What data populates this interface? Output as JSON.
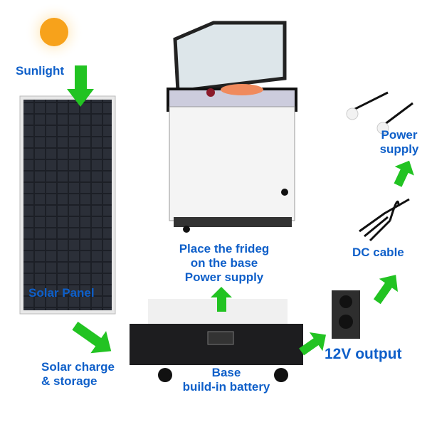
{
  "labels": {
    "sunlight": "Sunlight",
    "solar_panel": "Solar Panel",
    "solar_charge": [
      "Solar charge",
      "& storage"
    ],
    "fridge": [
      "Place the frideg",
      "on the base",
      "Power supply"
    ],
    "base": [
      "Base",
      "build-in battery"
    ],
    "output": "12V output",
    "dc_cable": "DC cable",
    "power_supply": [
      "Power",
      "supply"
    ]
  },
  "colors": {
    "text": "#0e5fc9",
    "arrow": "#22c322",
    "sun": "#f7a21b"
  }
}
